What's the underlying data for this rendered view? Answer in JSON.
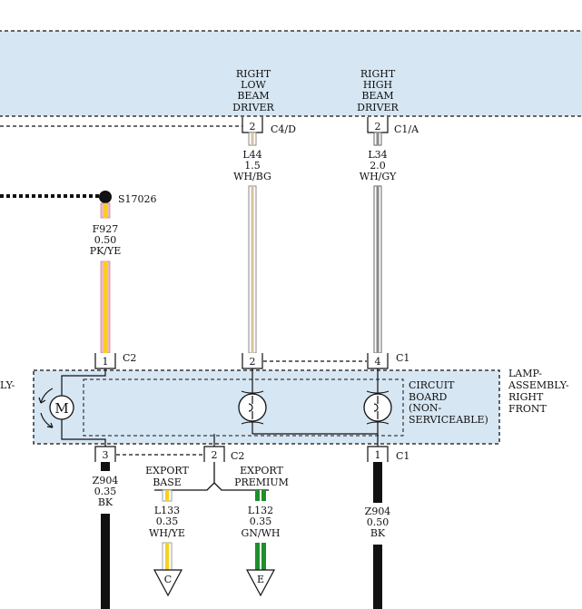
{
  "module": {
    "low_beam_driver": [
      "RIGHT",
      "LOW",
      "BEAM",
      "DRIVER"
    ],
    "high_beam_driver": [
      "RIGHT",
      "HIGH",
      "BEAM",
      "DRIVER"
    ],
    "low_pin": "2",
    "low_connector": "C4/D",
    "high_pin": "2",
    "high_connector": "C1/A"
  },
  "wires": {
    "l44": [
      "L44",
      "1.5",
      "WH/BG"
    ],
    "l34": [
      "L34",
      "2.0",
      "WH/GY"
    ],
    "f927": [
      "F927",
      "0.50",
      "PK/YE"
    ],
    "z904_left": [
      "Z904",
      "0.35",
      "BK"
    ],
    "z904_right": [
      "Z904",
      "0.50",
      "BK"
    ],
    "l133": [
      "L133",
      "0.35",
      "WH/YE"
    ],
    "l132": [
      "L132",
      "0.35",
      "GN/WH"
    ]
  },
  "splice": {
    "id": "S17026"
  },
  "lamp": {
    "name": [
      "LAMP-",
      "ASSEMBLY-",
      "RIGHT",
      "FRONT"
    ],
    "left_cut": [
      "LY-"
    ],
    "circuit_board": [
      "CIRCUIT",
      "BOARD",
      "(NON-",
      "SERVICEABLE)"
    ],
    "motor": "M",
    "pin_f927": "1",
    "pin_c2_top_conn": "C2",
    "pin_low": "2",
    "pin_high": "4",
    "conn_c1_top": "C1",
    "pin_z904_left": "3",
    "pin_export": "2",
    "conn_c2_bottom": "C2",
    "pin_z904_right": "1",
    "conn_c1_bottom": "C1"
  },
  "options": {
    "export_base": [
      "EXPORT",
      "BASE"
    ],
    "export_premium": [
      "EXPORT",
      "PREMIUM"
    ]
  },
  "connectors_out": {
    "c": "C",
    "e": "E"
  },
  "colors": {
    "module_fill": "#d6e6f3",
    "lamp_fill": "#d6e6f3",
    "pink": "#f2b8c8",
    "yellow": "#f5d020",
    "green": "#1f8f2a",
    "beige": "#d9c3a0",
    "gray": "#8a8a8a",
    "black": "#111111"
  }
}
